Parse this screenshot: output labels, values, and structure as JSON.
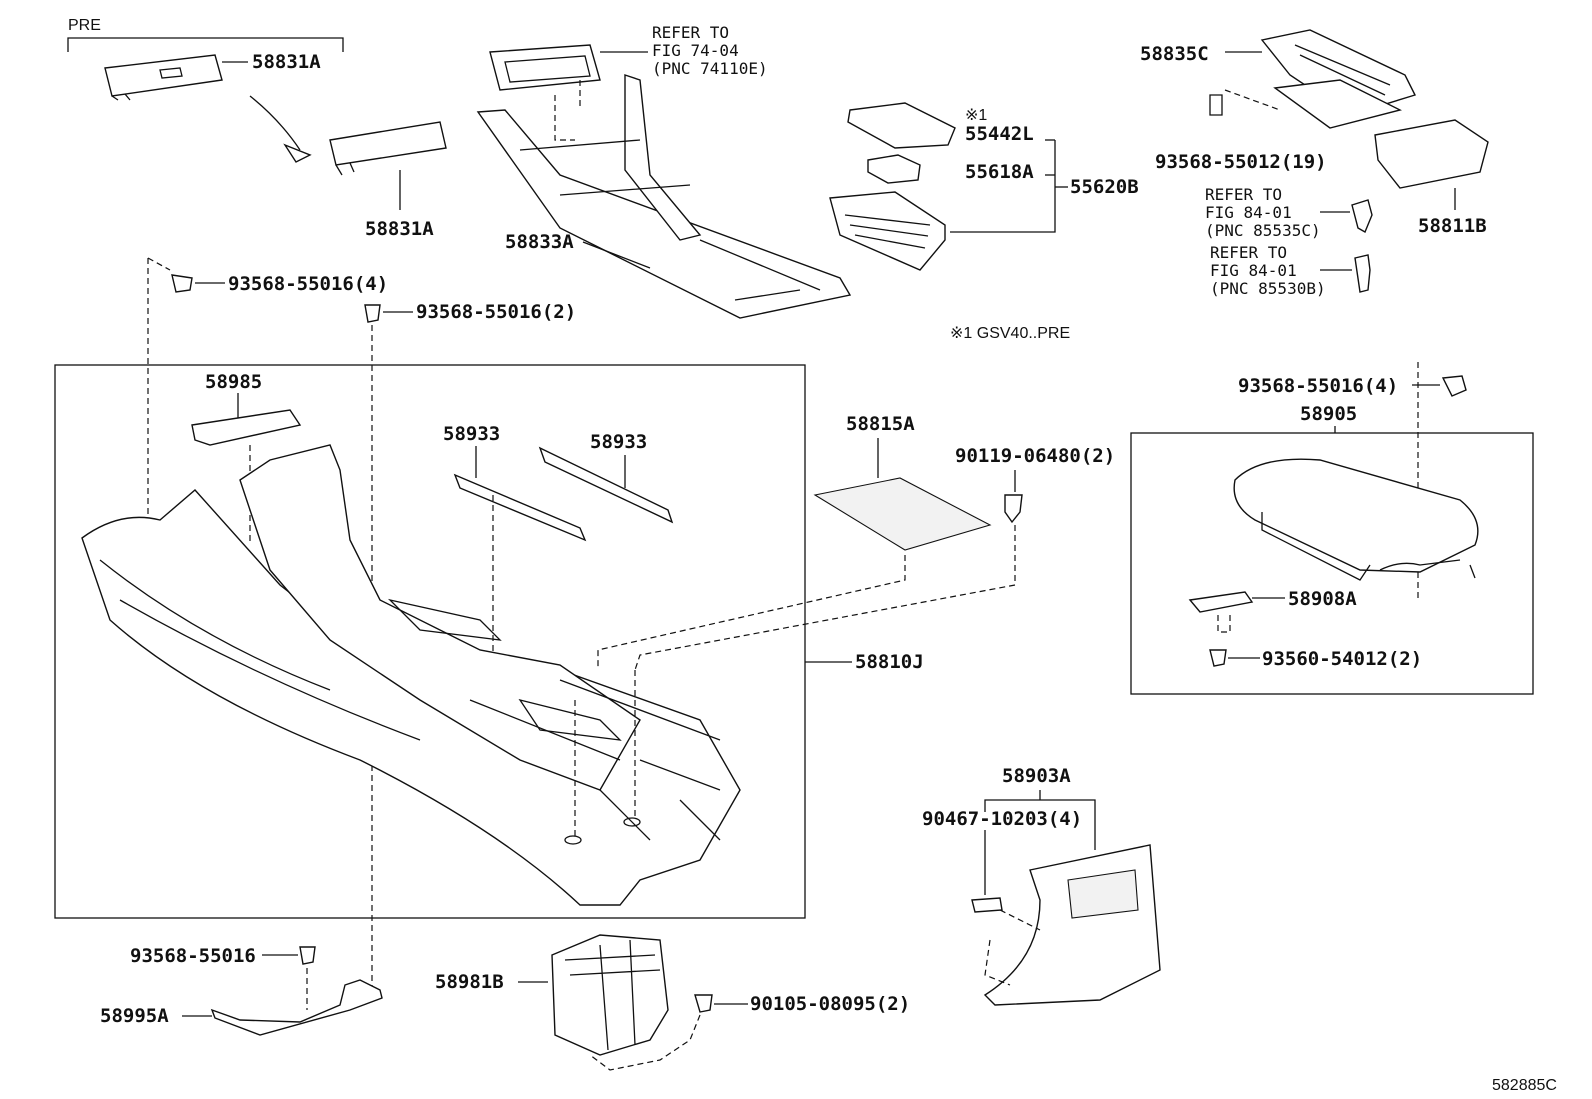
{
  "diagram": {
    "code": "582885C",
    "pre_label": "PRE",
    "footnote": "※1 GSV40..PRE",
    "note_mark": "※1",
    "labels": {
      "p58831A_top": "58831A",
      "p58831A_mid": "58831A",
      "refer1_l1": "REFER TO",
      "refer1_l2": "FIG 74-04",
      "refer1_l3": "(PNC 74110E)",
      "p58833A": "58833A",
      "p55442L": "55442L",
      "p55618A": "55618A",
      "p55620B": "55620B",
      "p58835C": "58835C",
      "p93568_55012": "93568-55012(19)",
      "p58811B": "58811B",
      "refer2_l1": "REFER TO",
      "refer2_l2": "FIG 84-01",
      "refer2_l3": "(PNC 85535C)",
      "refer3_l1": "REFER TO",
      "refer3_l2": "FIG 84-01",
      "refer3_l3": "(PNC 85530B)",
      "p93568_55016_4a": "93568-55016(4)",
      "p93568_55016_2": "93568-55016(2)",
      "p58985": "58985",
      "p58933a": "58933",
      "p58933b": "58933",
      "p58815A": "58815A",
      "p90119": "90119-06480(2)",
      "p58810J": "58810J",
      "p93568_55016_4b": "93568-55016(4)",
      "p58905": "58905",
      "p58908A": "58908A",
      "p93560": "93560-54012(2)",
      "p58903A": "58903A",
      "p90467": "90467-10203(4)",
      "p93568_55016": "93568-55016",
      "p58995A": "58995A",
      "p58981B": "58981B",
      "p90105": "90105-08095(2)"
    }
  }
}
